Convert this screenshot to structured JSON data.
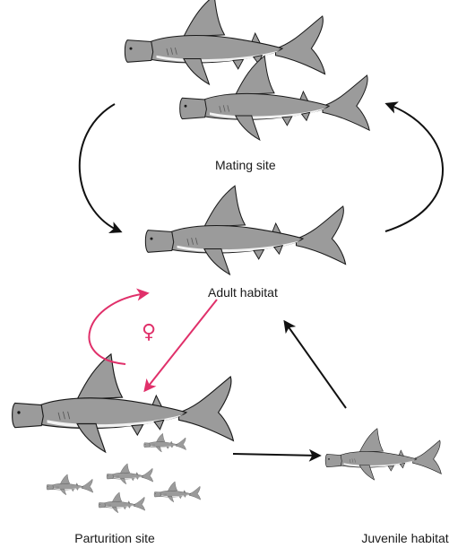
{
  "labels": {
    "mating_site": "Mating site",
    "adult_habitat": "Adult habitat",
    "parturition_site": "Parturition site",
    "juvenile_habitat": "Juvenile habitat",
    "female_symbol": "♀"
  },
  "colors": {
    "shark_fill": "#9b9b9b",
    "shark_outline": "#1a1a1a",
    "shark_belly": "#f2f2f2",
    "arrow_black": "#111111",
    "arrow_female": "#e0306a"
  },
  "icons": {
    "sharks": [
      "adult-shark-icon",
      "juvenile-shark-icon",
      "pup-shark-icon"
    ],
    "symbol": "female-symbol-icon"
  }
}
